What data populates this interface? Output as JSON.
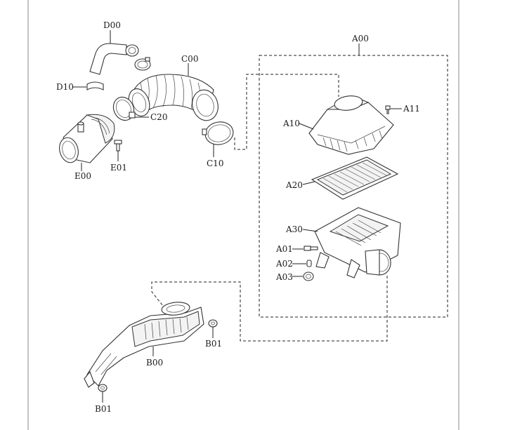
{
  "diagram": {
    "labels": {
      "D00": "D00",
      "D10": "D10",
      "C00": "C00",
      "C20": "C20",
      "C10": "C10",
      "E00": "E00",
      "E01": "E01",
      "A00": "A00",
      "A10": "A10",
      "A11": "A11",
      "A20": "A20",
      "A30": "A30",
      "A01": "A01",
      "A02": "A02",
      "A03": "A03",
      "B00": "B00",
      "B01a": "B01",
      "B01b": "B01"
    }
  }
}
